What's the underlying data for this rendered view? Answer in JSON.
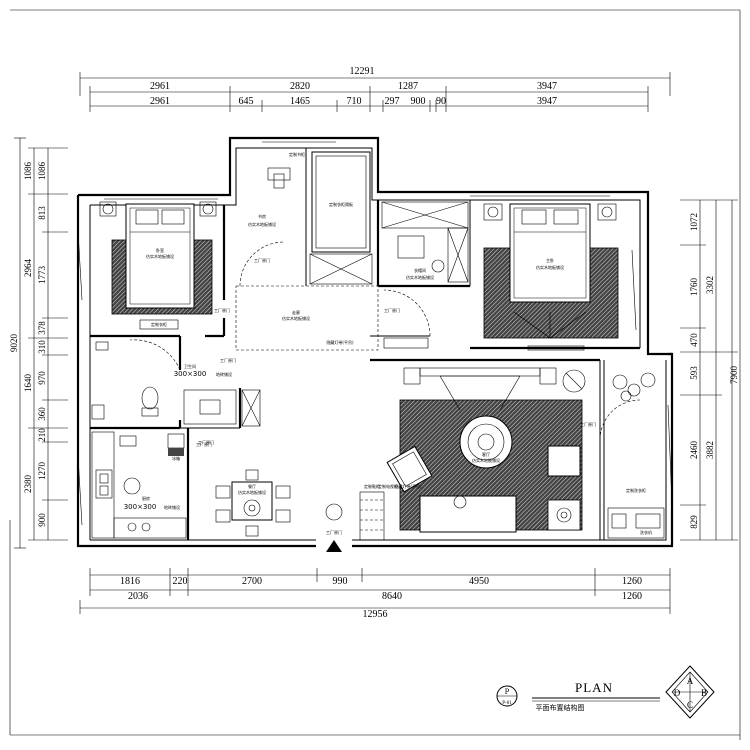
{
  "dims_top": {
    "total": "12291",
    "row1": [
      "2961",
      "2820",
      "1287",
      "3947"
    ],
    "row2": [
      "2961",
      "645",
      "1465",
      "710",
      "297",
      "900",
      "90",
      "3947"
    ]
  },
  "dims_bottom": {
    "row1": [
      "1816",
      "220",
      "2700",
      "990",
      "4950",
      "1260"
    ],
    "row2": [
      "2036",
      "8640",
      "1260"
    ],
    "total": "12956"
  },
  "dims_left": {
    "total": "9020",
    "outer": [
      "1086",
      "2964",
      "1640",
      "2380"
    ],
    "inner": [
      "1086",
      "813",
      "1773",
      "378",
      "310",
      "970",
      "360",
      "210",
      "1270",
      "900"
    ]
  },
  "dims_right": {
    "total": "7900",
    "outer": [
      "3302",
      "3882"
    ],
    "inner": [
      "1072",
      "1760",
      "470",
      "593",
      "2460",
      "829"
    ]
  },
  "labels": {
    "window_top": "定制书柜",
    "bedroom2": "卧室",
    "bedroom2_floor": "仿实木地板铺设",
    "study": "书房",
    "study_floor": "仿实木地板铺设",
    "door_a": "工厂原门",
    "wardrobe_tall": "定制衣柜隔板",
    "wardrobe_low": "定制衣柜",
    "walkin": "衣帽间",
    "walkin_floor": "仿实木地板铺设",
    "master": "主卧",
    "master_floor": "仿实木地板铺设",
    "corridor": "走廊",
    "corridor_floor": "仿实木地板铺设",
    "ceiling_note": "隐藏灯带(平吊)",
    "bath": "卫生间",
    "bath_tile": "300×300",
    "bath_tile_note": "地砖铺设",
    "kitchen": "厨房",
    "kitchen_tile": "300×300",
    "kitchen_tile_note": "地砖铺设",
    "dining": "餐厅",
    "dining_floor": "仿实木地板铺设",
    "living": "客厅",
    "living_floor": "仿实木地板铺设",
    "shoe_cabinet": "定制鞋柜",
    "entry_door": "工厂原门",
    "tv_cabinet": "定制电视柜",
    "balcony_cabinet": "定制洗衣柜",
    "bath_door": "工厂原门",
    "kitchen_door": "工厂原门",
    "dining_door": "工厂原门",
    "balcony_door": "工厂原门",
    "master_door": "工厂原门",
    "fridge": "冰箱",
    "washer": "洗衣机"
  },
  "title_block": {
    "mark_top": "P",
    "mark_bottom": "P-01",
    "plan_word": "PLAN",
    "subtitle": "平面布置结构图",
    "compass": [
      "A",
      "B",
      "C",
      "D"
    ]
  }
}
